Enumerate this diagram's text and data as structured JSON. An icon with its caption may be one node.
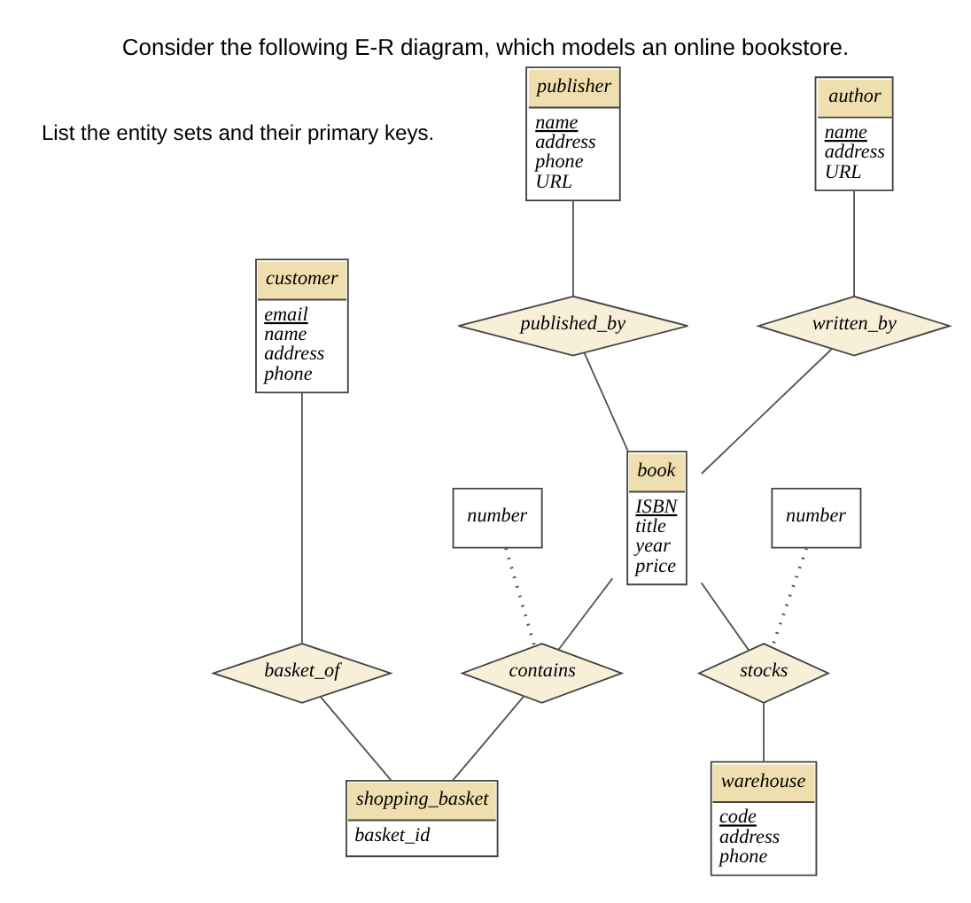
{
  "diagram": {
    "title": "Consider the following E-R diagram, which models an online bookstore.",
    "nodes": [
      {
        "text": [
          "author",
          "name",
          "address",
          "URL"
        ]
      },
      {
        "text": [
          "publisher",
          "name",
          "address",
          "phone",
          "URL"
        ]
      },
      {
        "text": [
          "written_by"
        ]
      },
      {
        "text": [
          "published_by"
        ]
      },
      {
        "text": [
          "customer",
          "email",
          "name",
          "address",
          "phone"
        ]
      },
      {
        "text": [
          "book",
          "ISBN",
          "title",
          "year",
          "price"
        ]
      },
      {
        "text": [
          "number"
        ]
      },
      {
        "text": [
          "contains"
        ]
      },
      {
        "text": [
          "shopping_basket",
          "basket_id"
        ]
      },
      {
        "text": [
          "basket_of"
        ]
      },
      {
        "text": [
          "number"
        ]
      },
      {
        "text": [
          "stocks"
        ]
      },
      {
        "text": [
          "warehouse",
          "code",
          "address",
          "phone"
        ]
      }
    ],
    "edges": [
      {
        "from": 0,
        "to": 2,
        "arrow": "none"
      },
      {
        "from": 2,
        "to": 5,
        "arrow": "none"
      },
      {
        "from": 1,
        "to": 3,
        "arrow": "none"
      },
      {
        "from": 3,
        "to": 5,
        "arrow": "none"
      },
      {
        "from": 4,
        "to": 9,
        "arrow": "none"
      },
      {
        "from": 9,
        "to": 8,
        "arrow": "none"
      },
      {
        "from": 5,
        "to": 7,
        "arrow": "none"
      },
      {
        "from": 7,
        "to": 8,
        "arrow": "none"
      },
      {
        "from": 6,
        "to": 7,
        "arrow": "none",
        "style": "dashed"
      },
      {
        "from": 5,
        "to": 11,
        "arrow": "none"
      },
      {
        "from": 11,
        "to": 12,
        "arrow": "none"
      },
      {
        "from": 10,
        "to": 11,
        "arrow": "none",
        "style": "dashed"
      }
    ],
    "labels": [
      "List the entity sets and their primary keys."
    ]
  }
}
